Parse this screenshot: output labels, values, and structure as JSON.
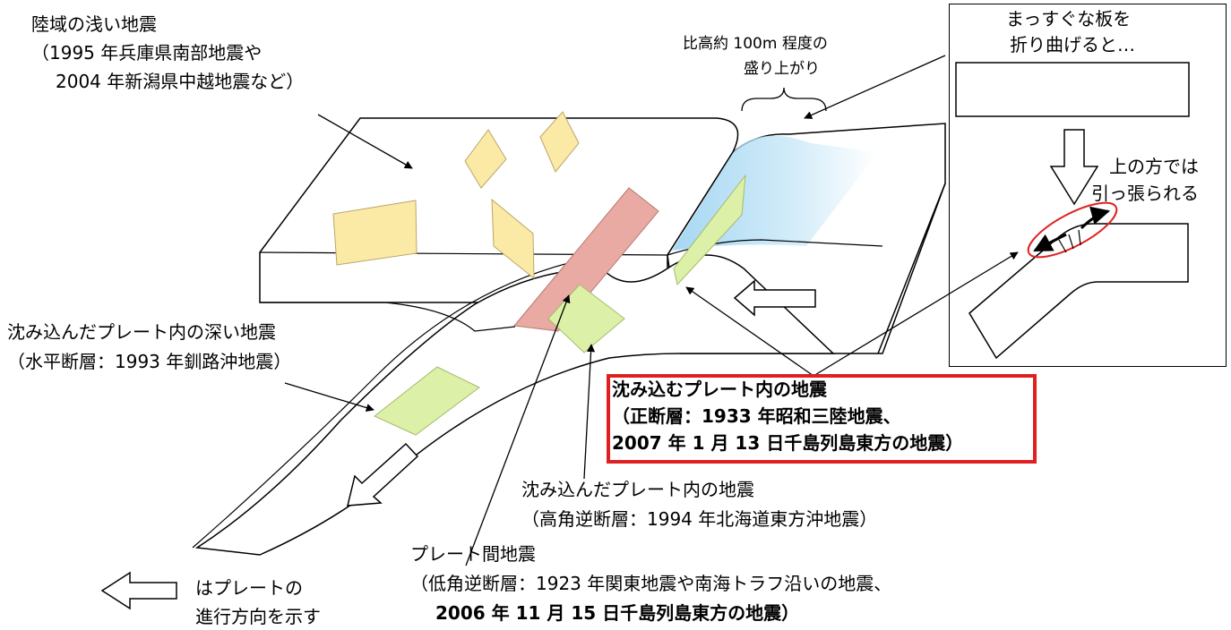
{
  "labels": {
    "shallow_quake_title": "陸域の浅い地震",
    "shallow_quake_line2": "（1995 年兵庫県南部地震や",
    "shallow_quake_line3": "2004 年新潟県中越地震など）",
    "uplift_line1": "比高約 100m 程度の",
    "uplift_line2": "盛り上がり",
    "deep_quake_title": "沈み込んだプレート内の深い地震",
    "deep_quake_line2": "（水平断層：1993 年釧路沖地震）",
    "subducting_quake_title": "沈み込むプレート内の地震",
    "subducting_quake_line2": "（正断層：1933 年昭和三陸地震、",
    "subducting_quake_line3": "2007 年 1 月 13 日千島列島東方の地震）",
    "reverse_quake_title": "沈み込んだプレート内の地震",
    "reverse_quake_line2": "（高角逆断層：1994 年北海道東方沖地震）",
    "interplate_title": "プレート間地震",
    "interplate_line2": "（低角逆断層：1923 年関東地震や南海トラフ沿いの地震、",
    "interplate_line3": "2006 年 11 月 15 日千島列島東方の地震）",
    "legend_line1": "はプレートの",
    "legend_line2": "進行方向を示す"
  },
  "inset": {
    "caption_line1": "まっすぐな板を",
    "caption_line2": "折り曲げると…",
    "tension_line1": "上の方では",
    "tension_line2": "引っ張られる"
  },
  "colors": {
    "fault_yellow": "#fbe9a6",
    "fault_green": "#dcf0a8",
    "fault_red": "#e8aaa2",
    "uplift_blue": "#8fcdf0",
    "highlight_red": "#e02020",
    "ellipse_red": "#e02020"
  },
  "icons": [
    "hollow-left-arrow-icon",
    "hollow-down-arrow-icon",
    "hollow-down-left-arrow-icon",
    "curved-arrow-icon"
  ]
}
